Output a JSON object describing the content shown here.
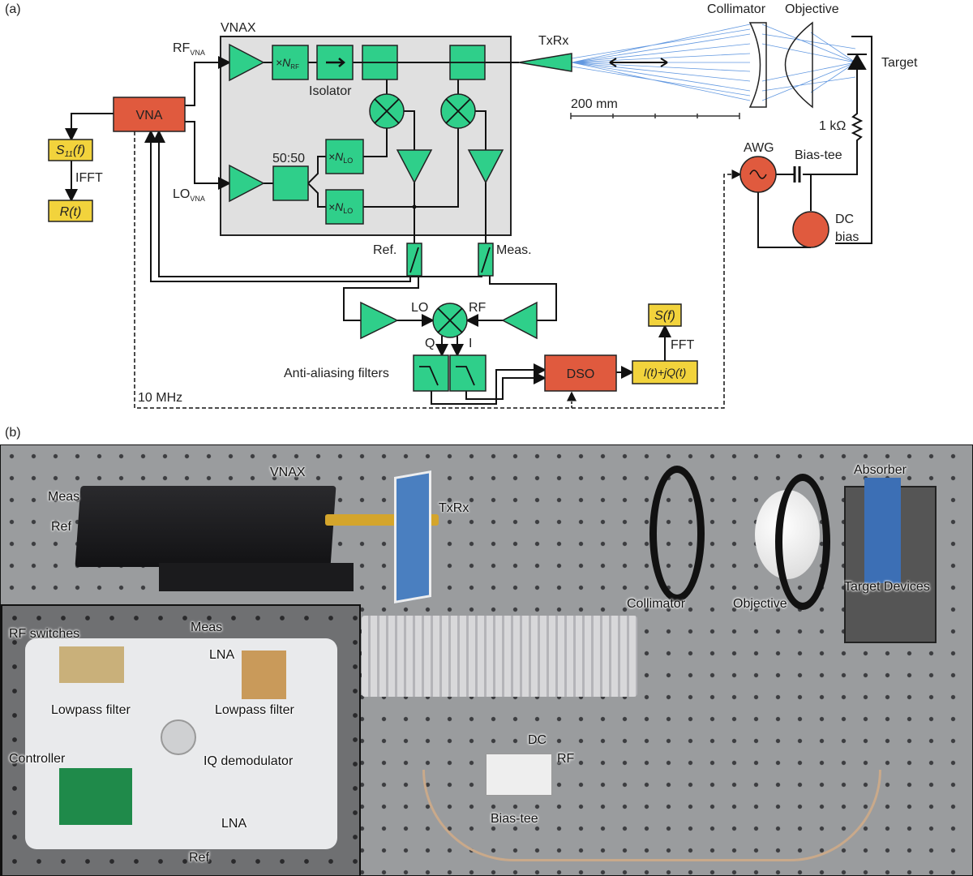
{
  "panel_a": {
    "label": "(a)",
    "vnax_label": "VNAX",
    "rf_vna": {
      "main": "RF",
      "sub": "VNA"
    },
    "lo_vna": {
      "main": "LO",
      "sub": "VNA"
    },
    "vna": "VNA",
    "s11": {
      "main": "S",
      "sub": "11",
      "tail": "(f)"
    },
    "ifft": "IFFT",
    "rt": "R(t)",
    "n_rf": {
      "main": "×N",
      "sub": "RF"
    },
    "n_lo": {
      "main": "×N",
      "sub": "LO"
    },
    "isolator": "Isolator",
    "splitter": "50:50",
    "txrx": "TxRx",
    "collimator": "Collimator",
    "objective": "Objective",
    "target": "Target",
    "scale": "200 mm",
    "resistor": "1 kΩ",
    "bias_tee": "Bias-tee",
    "awg": "AWG",
    "dc_bias": [
      "DC",
      "bias"
    ],
    "ref": "Ref.",
    "meas": "Meas.",
    "lo": "LO",
    "rf": "RF",
    "q": "Q",
    "i": "I",
    "filters": "Anti-aliasing filters",
    "dso": "DSO",
    "iq": "I(t)+jQ(t)",
    "fft": "FFT",
    "sf": "S(f)",
    "clock": "10 MHz",
    "colors": {
      "green": "#2fcf8a",
      "red": "#e05a3e",
      "yellow": "#f2d33c",
      "gray": "#e0e0e0",
      "beam": "#3b7fd9"
    }
  },
  "panel_b": {
    "label": "(b)",
    "labels": {
      "vnax": "VNAX",
      "meas": "Meas",
      "ref": "Ref",
      "txrx": "TxRx",
      "absorber": "Absorber",
      "collimator": "Collimator",
      "objective": "Objective",
      "target_devices": "Target Devices",
      "dc": "DC",
      "rf": "RF",
      "bias_tee": "Bias-tee"
    },
    "inset": {
      "rf_switches": "RF switches",
      "meas": "Meas",
      "lna_top": "LNA",
      "lowpass_left": "Lowpass filter",
      "lowpass_right": "Lowpass filter",
      "controller": "Controller",
      "iq_demod": "IQ demodulator",
      "lna_bottom": "LNA",
      "ref": "Ref"
    }
  }
}
